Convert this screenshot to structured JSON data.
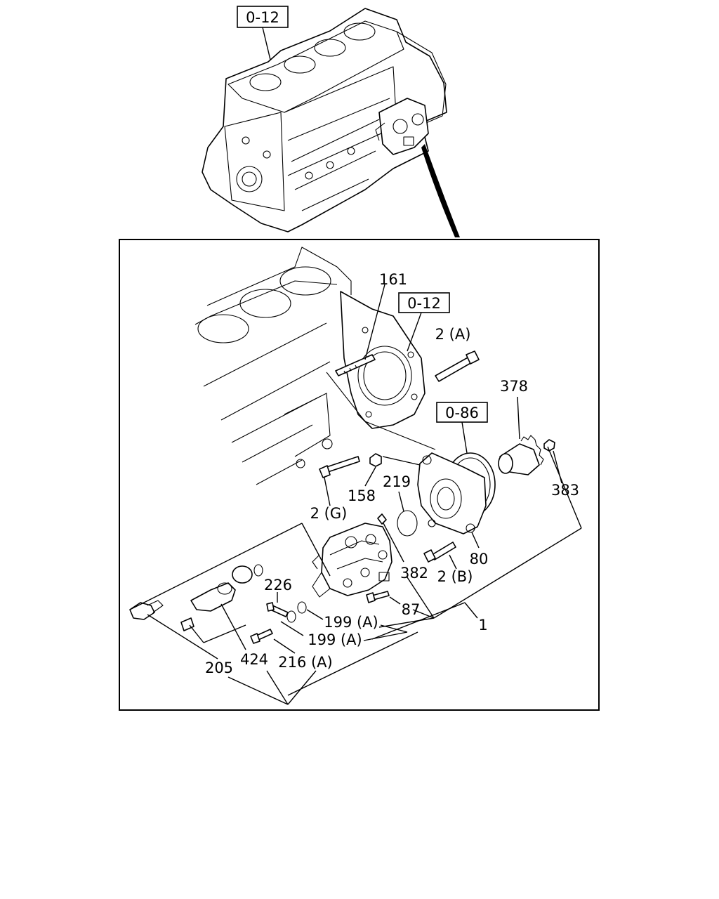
{
  "diagram": {
    "overview_ref": "0-12",
    "refs": {
      "block": "0-12",
      "gasket": "0-86"
    },
    "callouts": {
      "c161": "161",
      "c2A": "2 (A)",
      "c378": "378",
      "c2G": "2 (G)",
      "c158": "158",
      "c219": "219",
      "c383": "383",
      "c80": "80",
      "c2B": "2 (B)",
      "c382": "382",
      "c226": "226",
      "c87": "87",
      "c199A_1": "199 (A)",
      "c199A_2": "199 (A)",
      "c1": "1",
      "c205": "205",
      "c424": "424",
      "c216A": "216 (A)"
    }
  }
}
